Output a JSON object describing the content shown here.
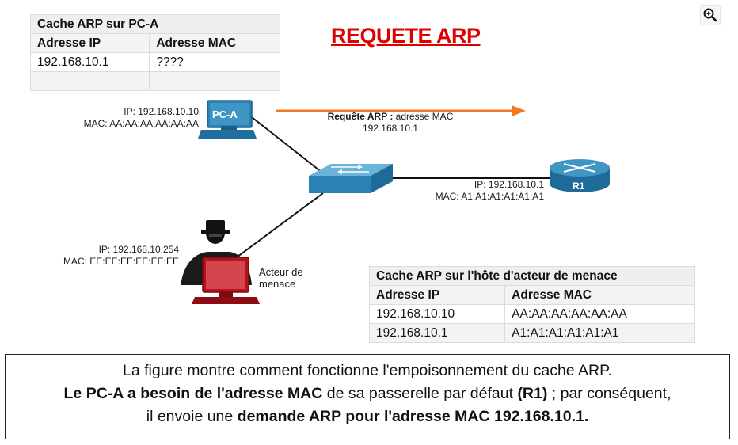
{
  "title": "REQUETE ARP",
  "pc_a_cache": {
    "title": "Cache ARP sur PC-A",
    "col_ip": "Adresse IP",
    "col_mac": "Adresse MAC",
    "rows": [
      {
        "ip": "192.168.10.1",
        "mac": "????"
      },
      {
        "ip": "",
        "mac": ""
      }
    ]
  },
  "pc_a": {
    "label": "PC-A",
    "ip": "IP: 192.168.10.10",
    "mac": "MAC: AA:AA:AA:AA:AA:AA"
  },
  "arp_request": {
    "line1_bold": "Requête ARP :",
    "line1_rest": " adresse MAC",
    "line2": "192.168.10.1",
    "arrow_color": "#f07a20"
  },
  "router": {
    "label": "R1",
    "ip": "IP: 192.168.10.1",
    "mac": "MAC: A1:A1:A1:A1:A1:A1"
  },
  "attacker": {
    "ip": "IP: 192.168.10.254",
    "mac": "MAC: EE:EE:EE:EE:EE:EE",
    "name_line1": "Acteur de",
    "name_line2": "menace"
  },
  "attacker_cache": {
    "title": "Cache ARP sur l'hôte d'acteur de menace",
    "col_ip": "Adresse IP",
    "col_mac": "Adresse MAC",
    "rows": [
      {
        "ip": "192.168.10.10",
        "mac": "AA:AA:AA:AA:AA:AA"
      },
      {
        "ip": "192.168.10.1",
        "mac": "A1:A1:A1:A1:A1:A1"
      }
    ]
  },
  "caption": {
    "line1": "La figure montre comment fonctionne l'empoisonnement du cache ARP.",
    "line2_b1": "Le PC-A a besoin de l'adresse MAC",
    "line2_t1": " de sa passerelle par défaut ",
    "line2_b2": "(R1)",
    "line2_t2": " ; par conséquent,",
    "line3_t1": "il envoie une ",
    "line3_b1": "demande ARP pour l'adresse MAC 192.168.10.1."
  },
  "zoom_icon": "zoom-in-icon",
  "colors": {
    "title_red": "#e00000",
    "device_blue": "#2a82b4",
    "attacker_red": "#b5121b"
  }
}
